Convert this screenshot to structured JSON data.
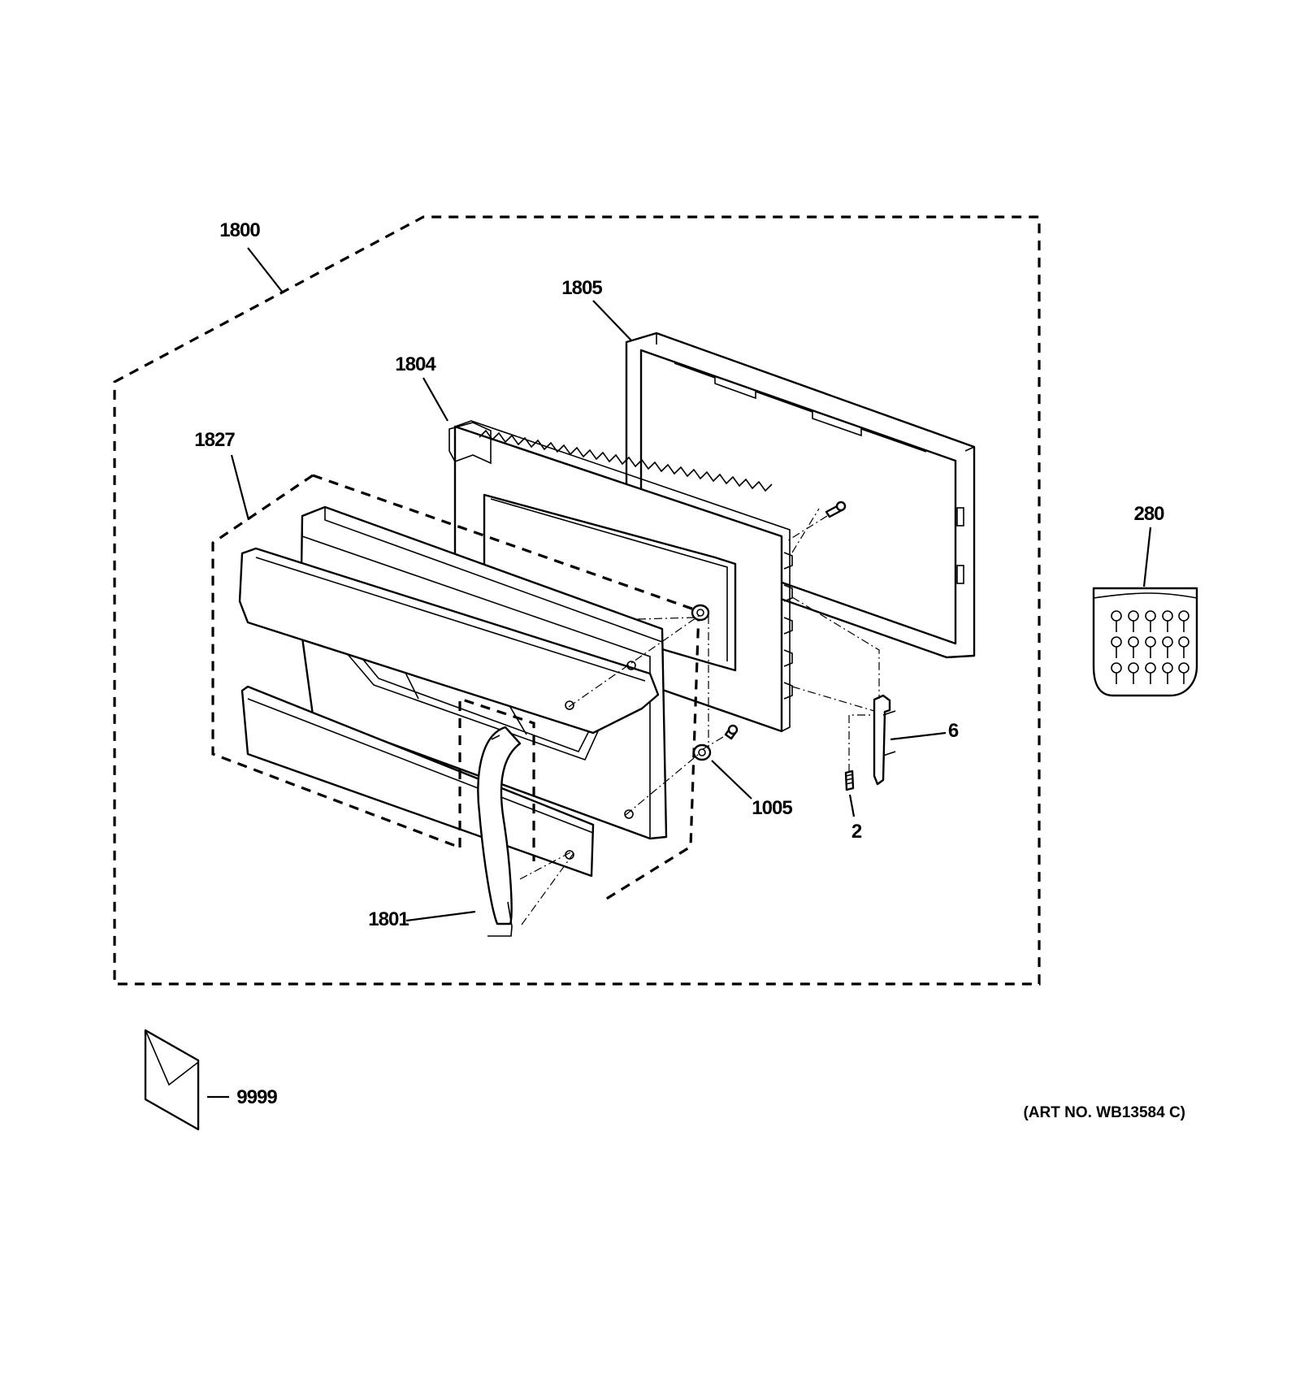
{
  "callouts": {
    "door_assembly": "1800",
    "choke_cover": "1805",
    "door_frame": "1804",
    "door_panel_assembly": "1827",
    "parts_kit": "280",
    "latch_hook": "6",
    "spacer": "1005",
    "spring": "2",
    "handle": "1801",
    "literature": "9999"
  },
  "art_number": "(ART NO. WB13584 C)"
}
